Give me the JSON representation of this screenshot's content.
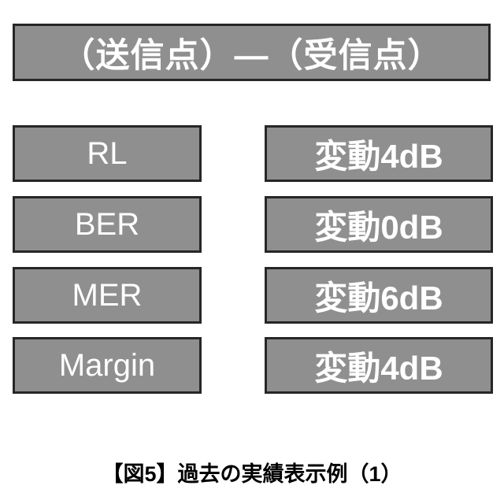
{
  "colors": {
    "background": "#ffffff",
    "box_fill": "#8f8f8f",
    "box_border": "#262626",
    "box_text": "#ffffff",
    "caption_text": "#000000"
  },
  "header": {
    "label": "（送信点）—（受信点）"
  },
  "rows": [
    {
      "metric": "RL",
      "value": "変動4dB"
    },
    {
      "metric": "BER",
      "value": "変動0dB"
    },
    {
      "metric": "MER",
      "value": "変動6dB"
    },
    {
      "metric": "Margin",
      "value": "変動4dB"
    }
  ],
  "caption": "【図5】過去の実績表示例（1）"
}
